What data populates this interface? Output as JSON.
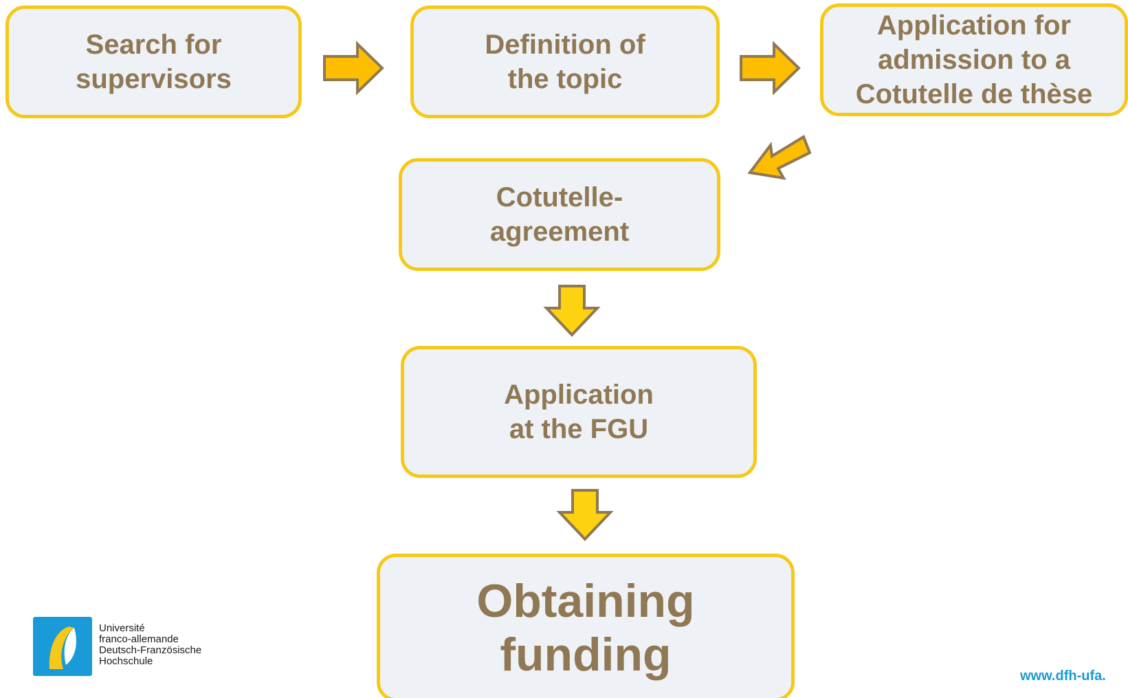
{
  "diagram": {
    "steps": [
      {
        "id": "search",
        "label": "Search for\nsupervisors"
      },
      {
        "id": "definition",
        "label": "Definition of\nthe topic"
      },
      {
        "id": "application-admission",
        "label": "Application for\nadmission to a\nCotutelle de thèse"
      },
      {
        "id": "agreement",
        "label": "Cotutelle-\nagreement"
      },
      {
        "id": "application-fgu",
        "label": "Application\nat the FGU"
      },
      {
        "id": "funding",
        "label": "Obtaining\nfunding"
      }
    ]
  },
  "logo": {
    "lines": [
      "Université",
      "franco-allemande",
      "Deutsch-Französische",
      "Hochschule"
    ]
  },
  "footer": {
    "url": "www.dfh-ufa."
  },
  "colors": {
    "box_fill": "#eef2f7",
    "box_border": "#f6c918",
    "text": "#8f7853",
    "arrow_fill": "#fdbe00",
    "arrow_down_fill": "#fdd211",
    "arrow_stroke": "#8f7853",
    "logo_blue": "#1a9ad6",
    "logo_yellow": "#f6c918",
    "url": "#1a9ad6"
  }
}
